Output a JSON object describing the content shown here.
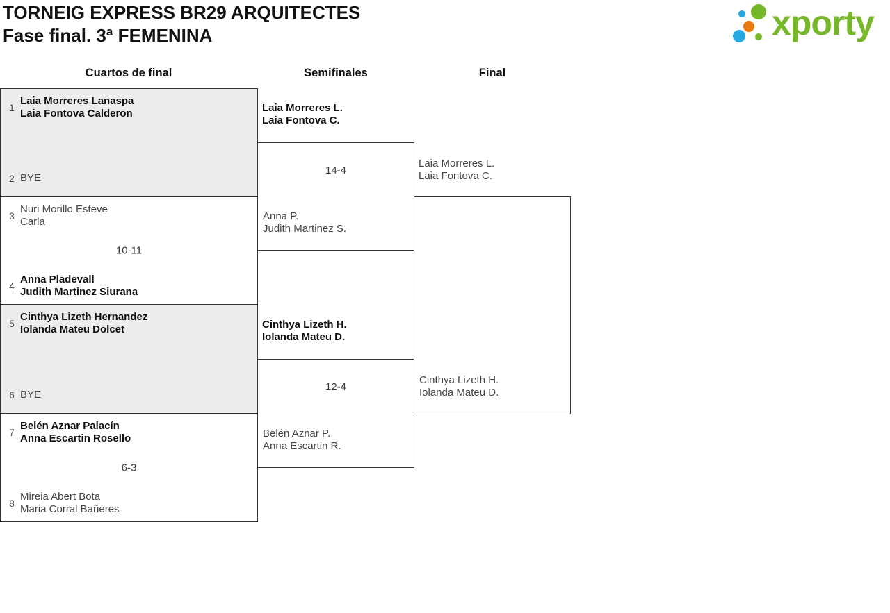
{
  "header": {
    "title_line1": "TORNEIG EXPRESS BR29 ARQUITECTES",
    "title_line2": "Fase final. 3ª FEMENINA",
    "logo_text": "xporty"
  },
  "colors": {
    "logo_green": "#76b82a",
    "logo_blue": "#29a9e1",
    "logo_orange": "#e8790f",
    "bye_box_background": "#ececec",
    "bracket_border": "#333333",
    "winner_text": "#0f0f0f",
    "regular_text": "#454545"
  },
  "round_labels": {
    "quarterfinals": "Cuartos de final",
    "semifinals": "Semifinales",
    "final": "Final"
  },
  "quarterfinals": [
    {
      "top": {
        "seed": "1",
        "lines": [
          "Laia Morreres Lanaspa",
          "Laia Fontova Calderon"
        ],
        "winner": true
      },
      "bottom": {
        "seed": "2",
        "lines": [
          "BYE"
        ],
        "winner": false
      }
    },
    {
      "top": {
        "seed": "3",
        "lines": [
          "Nuri Morillo Esteve",
          "Carla"
        ],
        "winner": false
      },
      "bottom": {
        "seed": "4",
        "lines": [
          "Anna Pladevall",
          "Judith Martinez Siurana"
        ],
        "winner": true
      },
      "score": "10-11"
    },
    {
      "top": {
        "seed": "5",
        "lines": [
          "Cinthya Lizeth Hernandez",
          "Iolanda Mateu Dolcet"
        ],
        "winner": true
      },
      "bottom": {
        "seed": "6",
        "lines": [
          "BYE"
        ],
        "winner": false
      }
    },
    {
      "top": {
        "seed": "7",
        "lines": [
          "Belén Aznar Palacín",
          "Anna Escartin Rosello"
        ],
        "winner": true
      },
      "bottom": {
        "seed": "8",
        "lines": [
          "Mireia Abert Bota",
          "Maria Corral Bañeres"
        ],
        "winner": false
      },
      "score": "6-3"
    }
  ],
  "semifinals": [
    {
      "top": {
        "lines": [
          "Laia Morreres L.",
          "Laia Fontova C."
        ],
        "winner": true
      },
      "bottom": {
        "lines": [
          "Anna P.",
          "Judith Martinez S."
        ],
        "winner": false
      },
      "score": "14-4"
    },
    {
      "top": {
        "lines": [
          "Cinthya Lizeth H.",
          "Iolanda Mateu D."
        ],
        "winner": true
      },
      "bottom": {
        "lines": [
          "Belén Aznar P.",
          "Anna Escartin R."
        ],
        "winner": false
      },
      "score": "12-4"
    }
  ],
  "final": {
    "top": {
      "lines": [
        "Laia Morreres L.",
        "Laia Fontova C."
      ]
    },
    "bottom": {
      "lines": [
        "Cinthya Lizeth H.",
        "Iolanda Mateu D."
      ]
    }
  }
}
